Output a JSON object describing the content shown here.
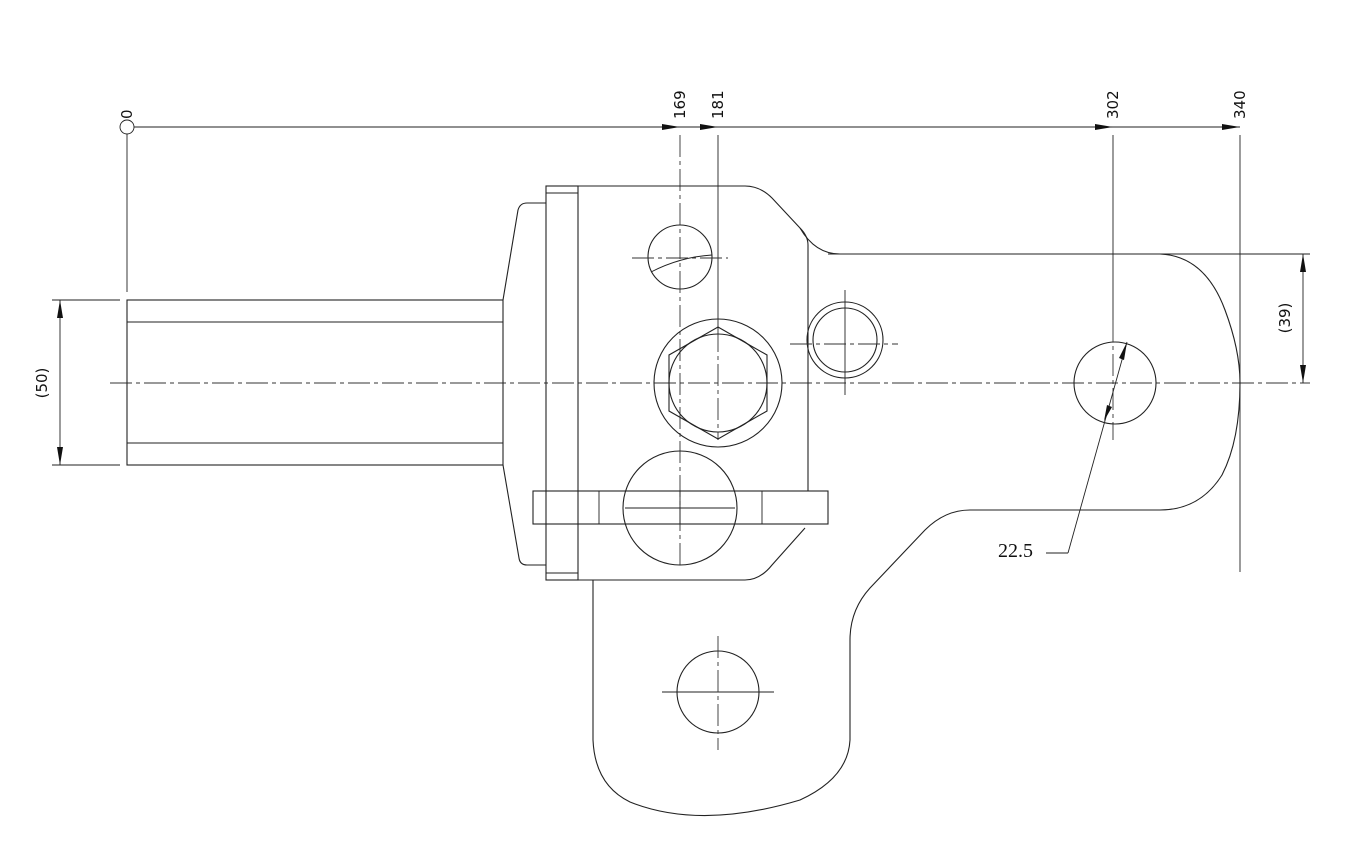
{
  "drawing": {
    "top_dimensions": [
      "0",
      "169",
      "181",
      "302",
      "340"
    ],
    "left_dimension": "(50)",
    "right_dimension": "(39)",
    "radius_label": "22.5",
    "line_color": "#222222",
    "background": "#ffffff"
  }
}
